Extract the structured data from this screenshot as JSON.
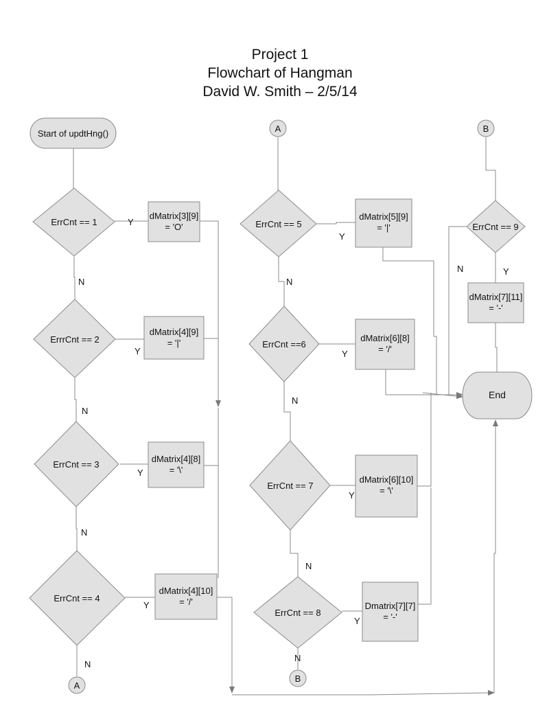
{
  "title": {
    "line1": "Project 1",
    "line2": "Flowchart of Hangman",
    "line3": "David W. Smith – 2/5/14"
  },
  "start": "Start of updtHng()",
  "end": "End",
  "connectors": {
    "a": "A",
    "b": "B"
  },
  "decisions": {
    "d1": "ErrCnt == 1",
    "d2": "ErrrCnt == 2",
    "d3": "ErrCnt == 3",
    "d4": "ErrCnt == 4",
    "d5": "ErrCnt == 5",
    "d6": "ErrCnt ==6",
    "d7": "ErrCnt == 7",
    "d8": "ErrCnt == 8",
    "d9": "ErrCnt == 9"
  },
  "processes": {
    "p1": [
      "dMatrix[3][9]",
      "= 'O'"
    ],
    "p2": [
      "dMatrix[4][9]",
      "= '|'"
    ],
    "p3": [
      "dMatrix[4][8]",
      "= '\\'"
    ],
    "p4": [
      "dMatrix[4][10]",
      "= '/'"
    ],
    "p5": [
      "dMatrix[5][9]",
      "= '|'"
    ],
    "p6": [
      "dMatrix[6][8]",
      "= '/'"
    ],
    "p7": [
      "dMatrix[6][10]",
      "= '\\'"
    ],
    "p8": [
      "Dmatrix[7][7]",
      "= '-'"
    ],
    "p9": [
      "dMatrix[7][11]",
      "= '-'"
    ]
  },
  "branch": {
    "yes": "Y",
    "no": "N"
  }
}
